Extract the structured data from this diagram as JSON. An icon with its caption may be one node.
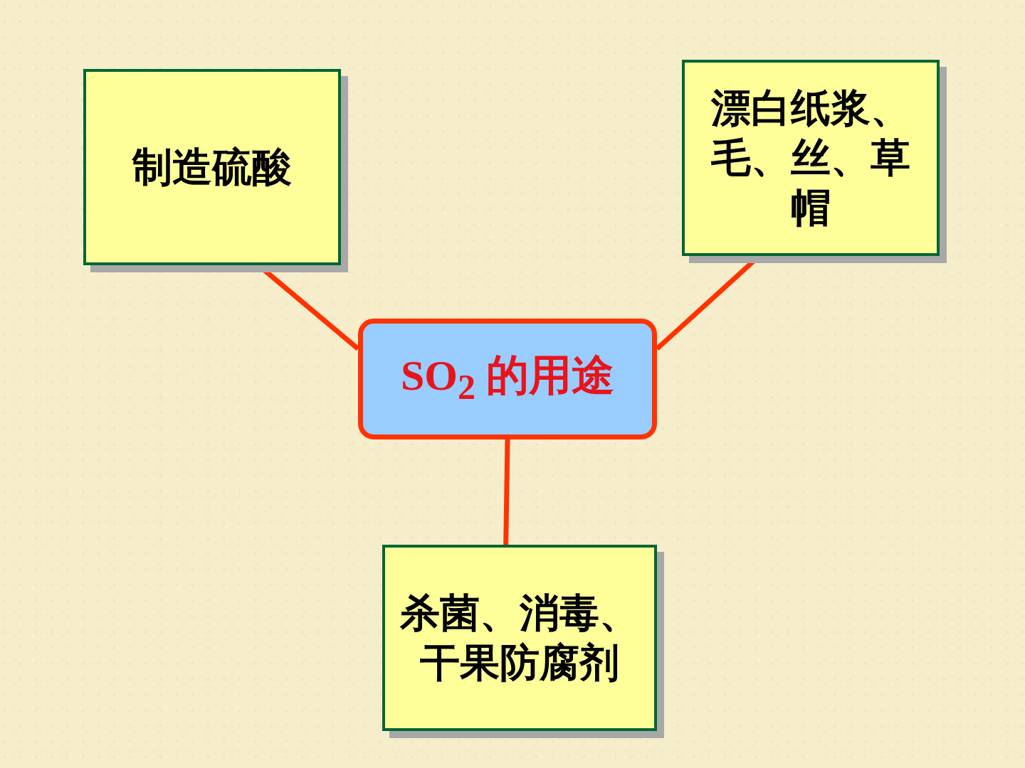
{
  "diagram": {
    "nodes": [
      {
        "text": [
          "制造硫酸"
        ]
      },
      {
        "text": [
          "漂白纸浆、毛、丝、草帽"
        ]
      },
      {
        "text": [
          "SO$_{2}$ 的用途"
        ]
      },
      {
        "text": [
          "杀菌、消毒、干果防腐剂"
        ]
      }
    ],
    "edges": [
      {
        "from": 2,
        "to": 0,
        "arrow": "none"
      },
      {
        "from": 2,
        "to": 1,
        "arrow": "none"
      },
      {
        "from": 2,
        "to": 3,
        "arrow": "none"
      }
    ]
  }
}
